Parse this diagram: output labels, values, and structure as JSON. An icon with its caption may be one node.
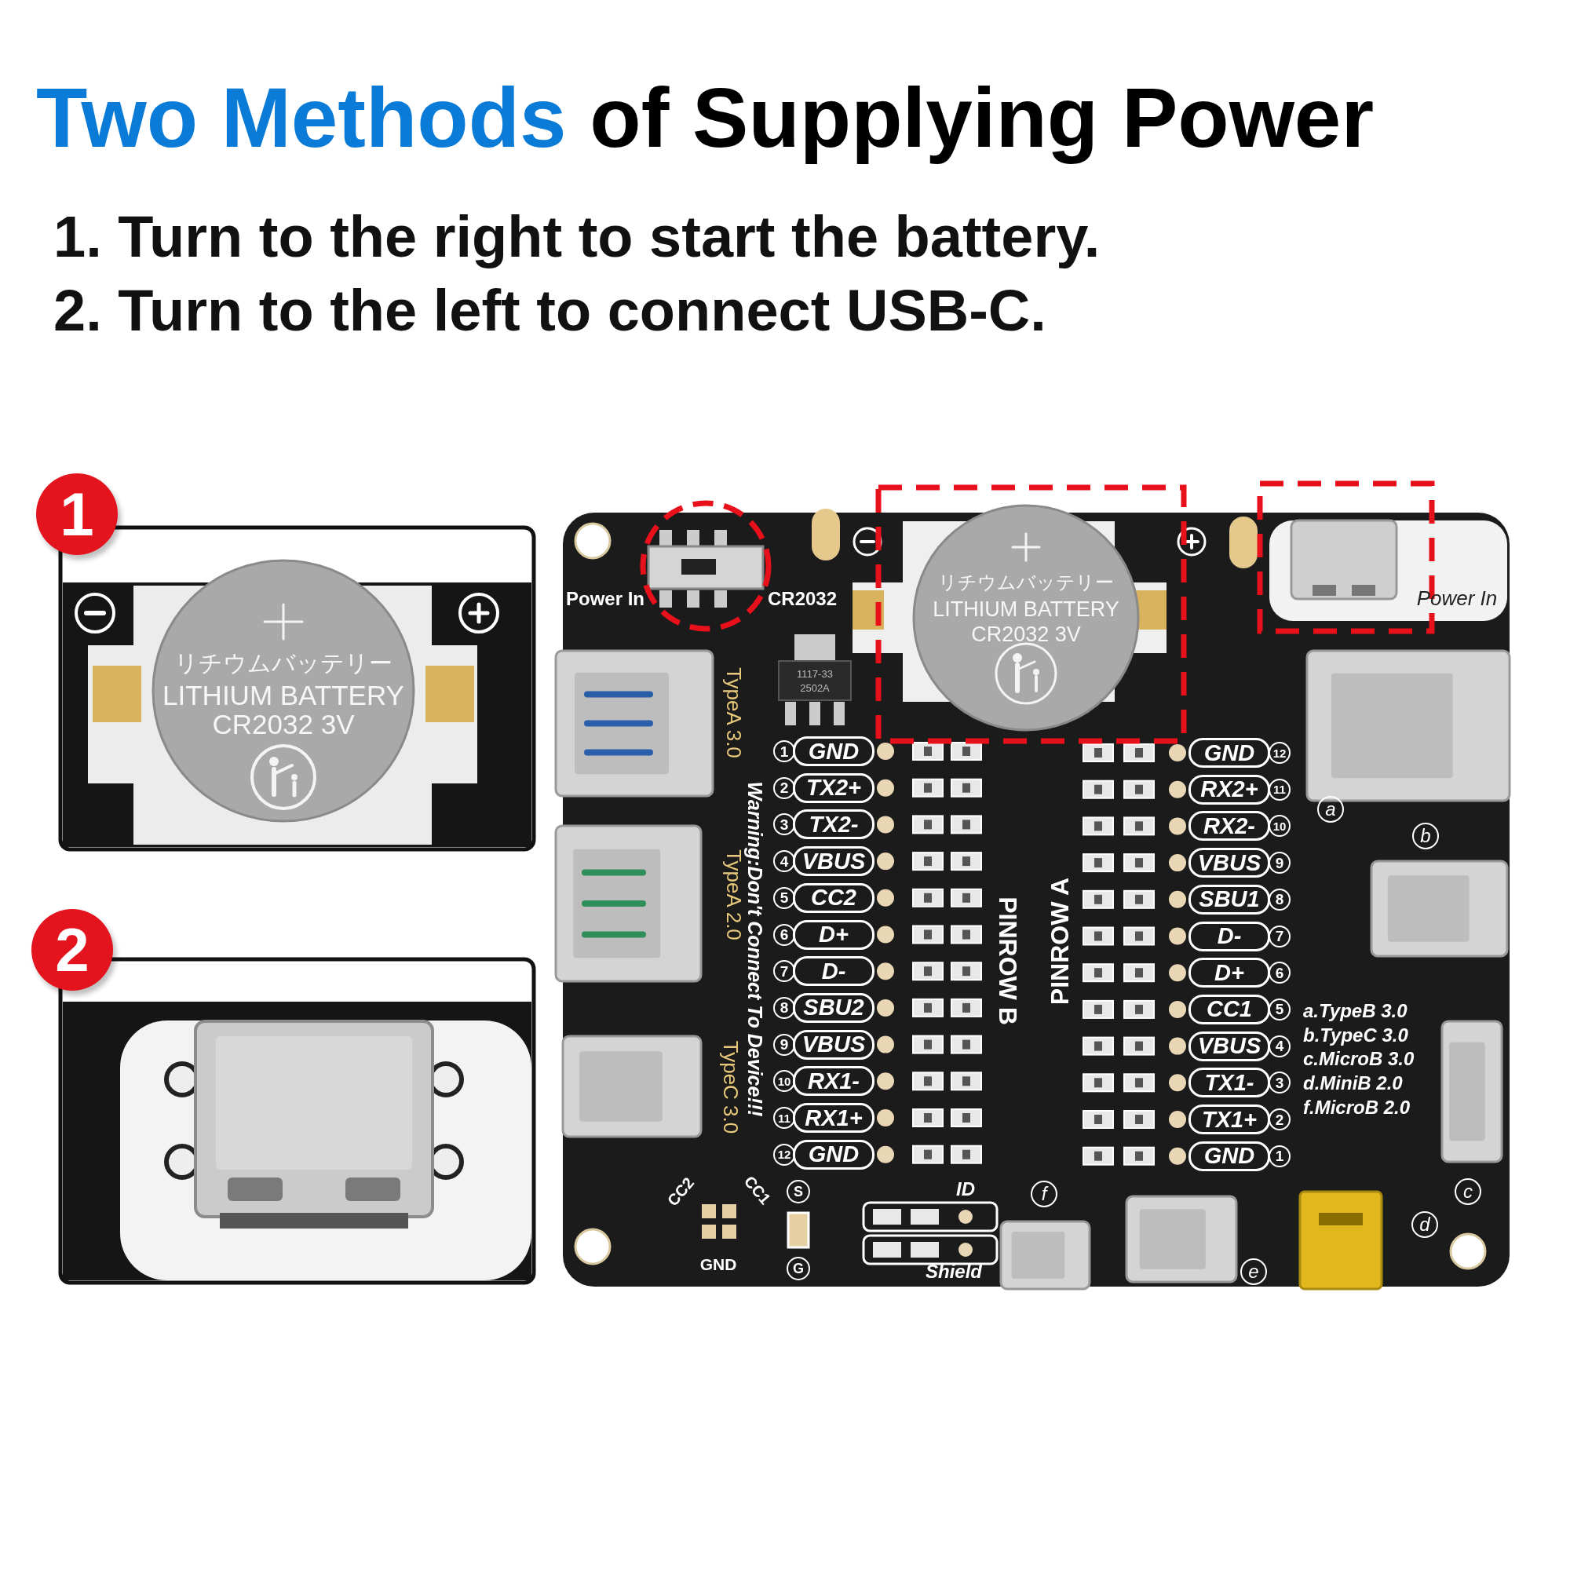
{
  "diagram": {
    "title": "**Two Methods** of Supplying Power",
    "labels": [
      "1. Turn to the right to start the battery.",
      "2. Turn to the left to connect USB-C.",
      "1",
      "リチウムバッテリー",
      "LITHIUM BATTERY",
      "CR2032 3V",
      "2",
      "Power In",
      "CR2032",
      "リチウムバッテリー",
      "LITHIUM BATTERY",
      "CR2032 3V",
      "Power In",
      "1117-33",
      "2502A",
      "TypeA 3.0",
      "Warning:Don't Connect To Device!!!",
      "TypeA 2.0",
      "TypeC 3.0",
      "PINROW B",
      "PINROW A",
      "1",
      "GND",
      "GND",
      "12",
      "2",
      "TX2+",
      "RX2+",
      "11",
      "3",
      "TX2-",
      "RX2-",
      "10",
      "4",
      "VBUS",
      "VBUS",
      "9",
      "5",
      "CC2",
      "SBU1",
      "8",
      "6",
      "D+",
      "D-",
      "7",
      "7",
      "D-",
      "D+",
      "6",
      "8",
      "SBU2",
      "CC1",
      "5",
      "9",
      "VBUS",
      "VBUS",
      "4",
      "10",
      "RX1-",
      "TX1-",
      "3",
      "11",
      "RX1+",
      "TX1+",
      "2",
      "12",
      "GND",
      "GND",
      "1",
      "a",
      "b",
      "a.TypeB 3.0",
      "b.TypeC 3.0",
      "c.MicroB 3.0",
      "d.MiniB 2.0",
      "f.MicroB 2.0",
      "CC2",
      "CC1",
      "GND",
      "S",
      "G",
      "ID",
      "Shield",
      "f",
      "e",
      "c",
      "d"
    ]
  }
}
